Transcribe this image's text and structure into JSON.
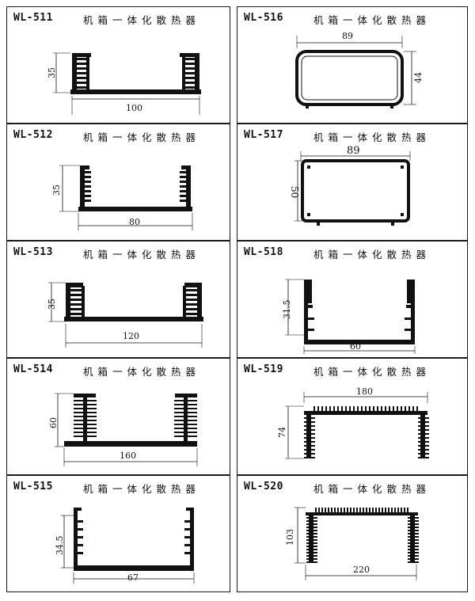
{
  "products": [
    {
      "code": "WL-511",
      "title": "机箱一体化散热器",
      "dims": [
        "35",
        "100"
      ]
    },
    {
      "code": "WL-516",
      "title": "机箱一体化散热器",
      "dims": [
        "89",
        "44"
      ]
    },
    {
      "code": "WL-512",
      "title": "机箱一体化散热器",
      "dims": [
        "35",
        "80"
      ]
    },
    {
      "code": "WL-517",
      "title": "机箱一体化散热器",
      "dims": [
        "89",
        "50"
      ]
    },
    {
      "code": "WL-513",
      "title": "机箱一体化散热器",
      "dims": [
        "35",
        "120"
      ]
    },
    {
      "code": "WL-518",
      "title": "机箱一体化散热器",
      "dims": [
        "31.5",
        "60"
      ]
    },
    {
      "code": "WL-514",
      "title": "机箱一体化散热器",
      "dims": [
        "60",
        "160"
      ]
    },
    {
      "code": "WL-519",
      "title": "机箱一体化散热器",
      "dims": [
        "180",
        "74"
      ]
    },
    {
      "code": "WL-515",
      "title": "机箱一体化散热器",
      "dims": [
        "34.5",
        "67"
      ]
    },
    {
      "code": "WL-520",
      "title": "机箱一体化散热器",
      "dims": [
        "103",
        "220"
      ]
    }
  ]
}
